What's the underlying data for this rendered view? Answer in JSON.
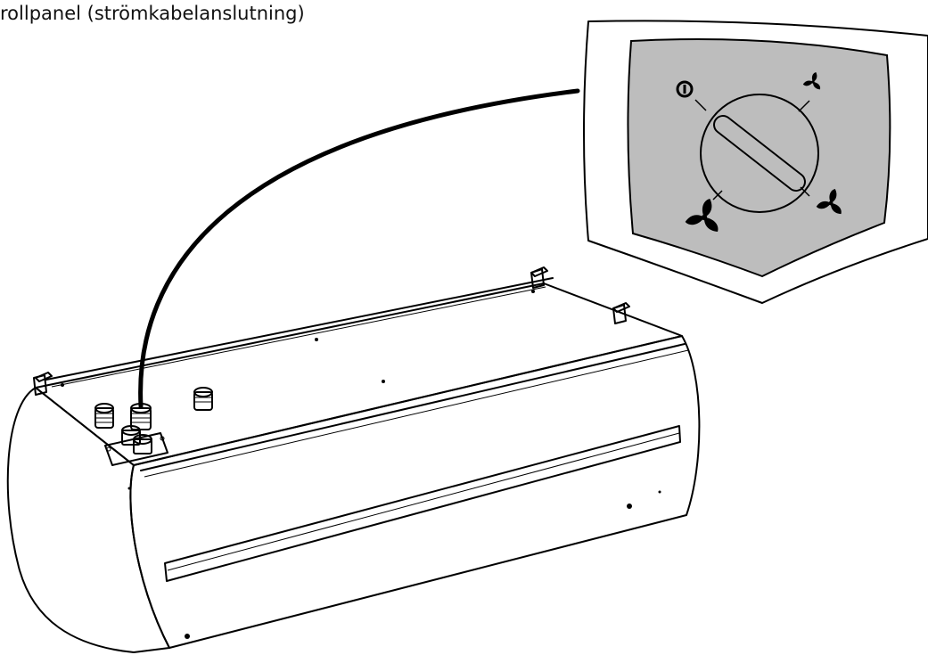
{
  "caption": "rollpanel (strömkabelanslutning)",
  "colors": {
    "line": "#000000",
    "panel_face": "#bdbdbd",
    "background": "#ffffff"
  },
  "panel": {
    "dial_positions": [
      "power-off-icon",
      "fan-low-icon",
      "fan-medium-icon",
      "fan-high-icon"
    ]
  },
  "unit": {
    "top_cable_glands": 3,
    "front_connector_plugs": 2
  }
}
